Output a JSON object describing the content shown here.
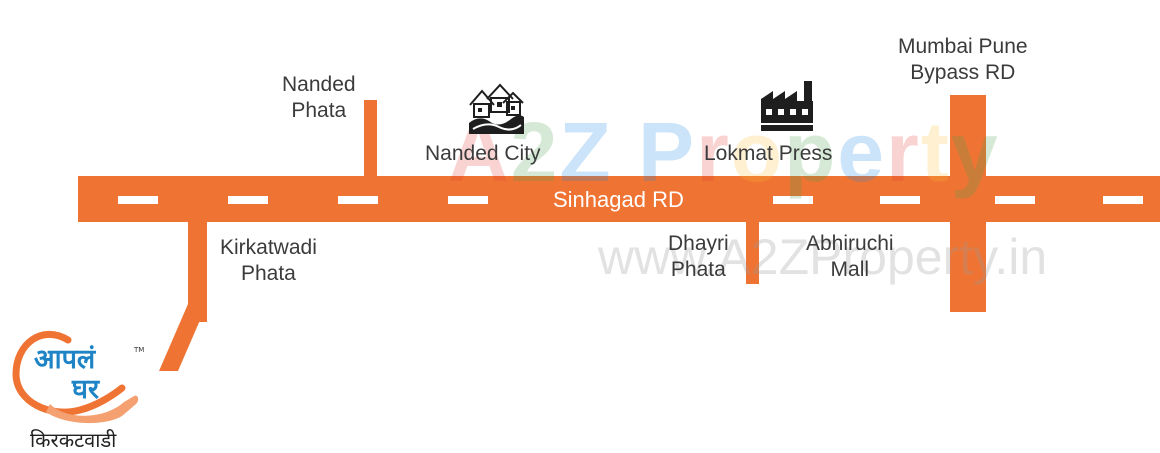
{
  "colors": {
    "road": "#ef7434",
    "road_marking": "#ffffff",
    "label_text": "#3b3b3b",
    "watermark_text": "#9a9a9a",
    "logo_orange": "#ef7434",
    "logo_blue": "#1e84c6"
  },
  "main_road": {
    "name": "Sinhagad RD"
  },
  "places": {
    "nanded_phata": {
      "line1": "Nanded",
      "line2": "Phata"
    },
    "nanded_city": {
      "label": "Nanded City",
      "icon": "houses-icon"
    },
    "lokmat_press": {
      "label": "Lokmat Press",
      "icon": "factory-icon"
    },
    "mumbai_pune_bypass": {
      "line1": "Mumbai Pune",
      "line2": "Bypass RD"
    },
    "kirkatwadi_phata": {
      "line1": "Kirkatwadi",
      "line2": "Phata"
    },
    "dhayri_phata": {
      "line1": "Dhayri",
      "line2": "Phata"
    },
    "abhiruchi_mall": {
      "line1": "Abhiruchi",
      "line2": "Mall"
    }
  },
  "watermark": {
    "letters": [
      "A",
      "2",
      "Z",
      " ",
      "P",
      "r",
      "o",
      "p",
      "e",
      "r",
      "t",
      "y"
    ],
    "letter_colors": [
      "#e53935",
      "#43a047",
      "#1e88e5",
      "#ffffff",
      "#1e88e5",
      "#e53935",
      "#fbc02d",
      "#43a047",
      "#1e88e5",
      "#e53935",
      "#fbc02d",
      "#43a047"
    ],
    "url": "www.A2ZProperty.in"
  },
  "logo": {
    "line1": "आपलं",
    "line2": "घर",
    "trademark": "TM",
    "caption": "किरकटवाडी"
  }
}
